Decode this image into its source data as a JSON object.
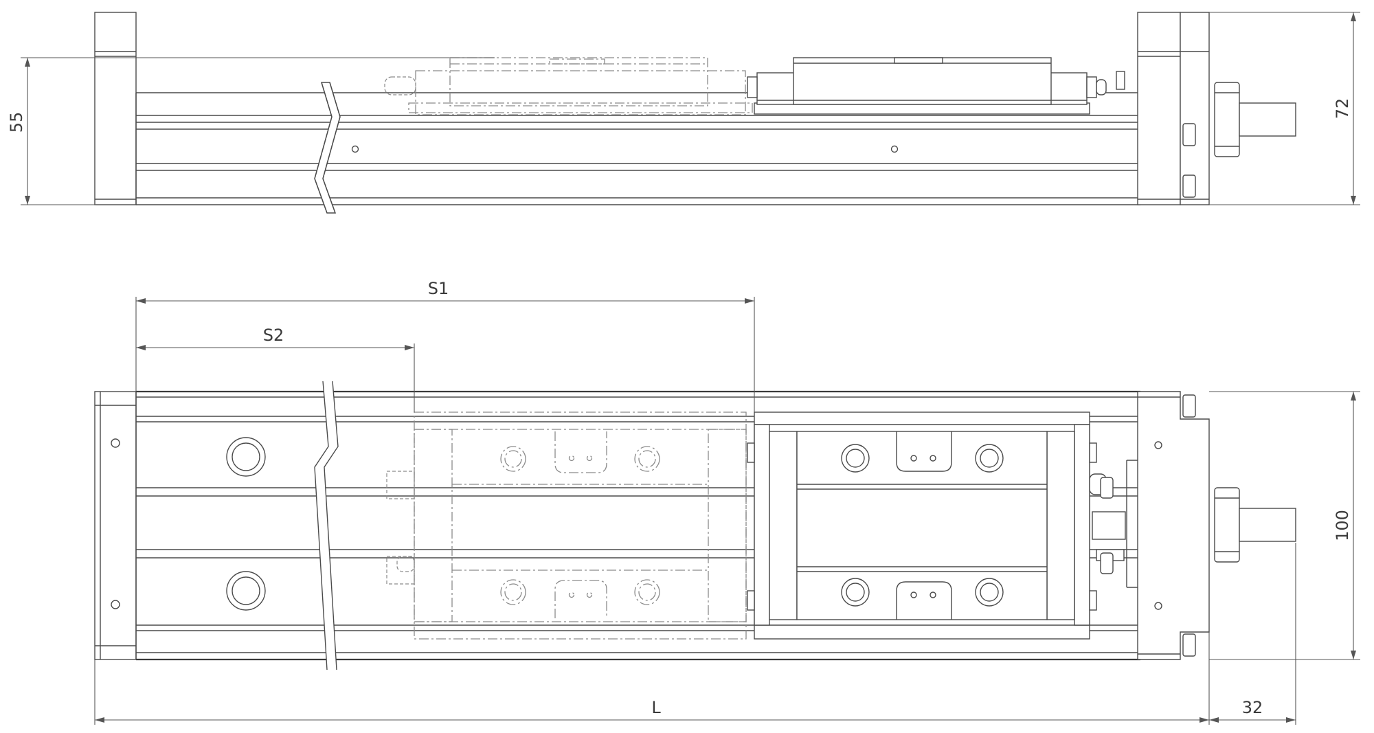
{
  "dimensions": {
    "side_height": "55",
    "overall_height": "72",
    "stroke_s1": "S1",
    "stroke_s2": "S2",
    "width": "100",
    "length": "L",
    "shaft_length": "32"
  },
  "colors": {
    "line": "#4a4a4a",
    "ghost": "#8a8a8a",
    "dimension": "#555555",
    "background": "#ffffff"
  }
}
